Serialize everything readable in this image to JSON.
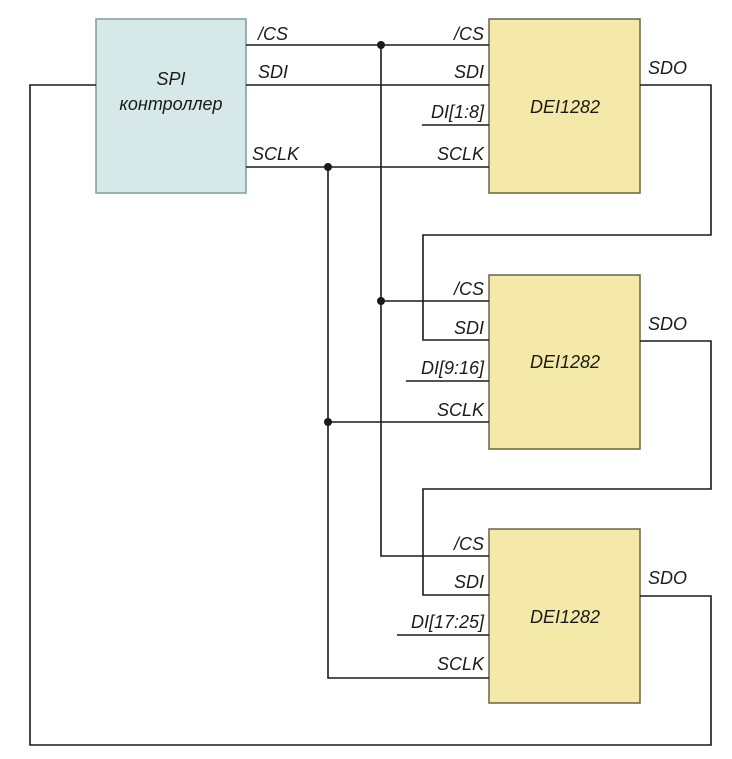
{
  "colors": {
    "controller_fill": "#d6e8e7",
    "controller_stroke": "#7d9d9c",
    "chip_fill": "#f4e9a8",
    "chip_stroke": "#6b6443",
    "wire": "#1a1a1a"
  },
  "controller": {
    "title_line1": "SPI",
    "title_line2": "контроллер",
    "pin_cs": "/CS",
    "pin_sdi": "SDI",
    "pin_sclk": "SCLK"
  },
  "chips": [
    {
      "name": "DEI1282",
      "pin_cs": "/CS",
      "pin_sdi": "SDI",
      "pin_di": "DI[1:8]",
      "pin_sclk": "SCLK",
      "pin_sdo": "SDO"
    },
    {
      "name": "DEI1282",
      "pin_cs": "/CS",
      "pin_sdi": "SDI",
      "pin_di": "DI[9:16]",
      "pin_sclk": "SCLK",
      "pin_sdo": "SDO"
    },
    {
      "name": "DEI1282",
      "pin_cs": "/CS",
      "pin_sdi": "SDI",
      "pin_di": "DI[17:25]",
      "pin_sclk": "SCLK",
      "pin_sdo": "SDO"
    }
  ]
}
